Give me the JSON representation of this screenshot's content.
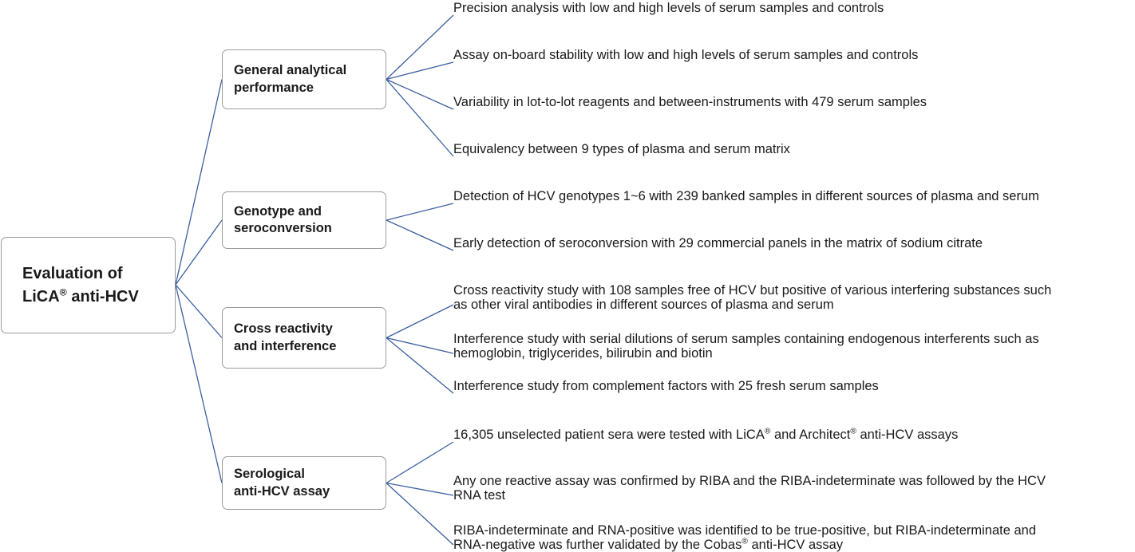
{
  "root": {
    "line1": "Evaluation of",
    "brand": "LiCA",
    "reg": "®",
    "rest": " anti-HCV"
  },
  "line_color": "#3a5fa0",
  "categories": [
    {
      "lines": [
        "General analytical",
        "performance"
      ],
      "items": [
        [
          "Precision analysis with low and high levels of serum samples and controls"
        ],
        [
          "Assay on-board stability with low and high levels of serum samples and controls"
        ],
        [
          "Variability in lot-to-lot reagents and between-instruments with 479 serum samples"
        ],
        [
          "Equivalency between 9 types of plasma and serum matrix"
        ]
      ]
    },
    {
      "lines": [
        "Genotype and",
        "seroconversion"
      ],
      "items": [
        [
          "Detection of HCV genotypes 1~6 with 239 banked samples in different sources of plasma and serum"
        ],
        [
          "Early detection of seroconversion with 29 commercial panels in the matrix of sodium citrate"
        ]
      ]
    },
    {
      "lines": [
        "Cross reactivity",
        "and interference"
      ],
      "items": [
        [
          "Cross reactivity study with 108 samples free of HCV but positive of various interfering substances such",
          "as other viral antibodies in different sources of plasma and serum"
        ],
        [
          "Interference study with serial dilutions of serum samples containing endogenous interferents such as",
          "hemoglobin, triglycerides, bilirubin and biotin"
        ],
        [
          "Interference study from complement factors with 25 fresh serum samples"
        ]
      ]
    },
    {
      "lines": [
        "Serological",
        "anti-HCV assay"
      ],
      "items": [
        [
          "16,305 unselected patient sera were tested with LiCA® and Architect® anti-HCV assays"
        ],
        [
          "Any one reactive assay was confirmed by RIBA and the RIBA-indeterminate was followed by the HCV",
          "RNA test"
        ],
        [
          "RIBA-indeterminate and RNA-positive was identified to be true-positive, but RIBA-indeterminate and",
          "RNA-negative was further validated by the Cobas® anti-HCV assay"
        ]
      ]
    }
  ]
}
